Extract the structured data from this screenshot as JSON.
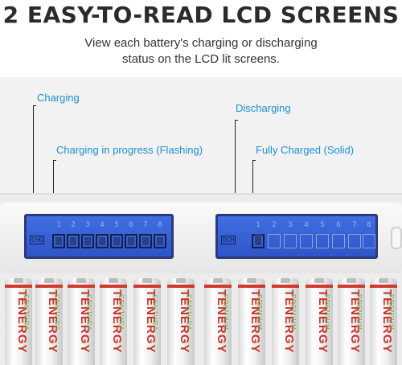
{
  "header": {
    "title": "2 EASY-TO-READ LCD SCREENS",
    "subtitle_line1": "View each battery's charging or discharging",
    "subtitle_line2": "status on the LCD lit screens."
  },
  "callouts": {
    "charging": "Charging",
    "charging_progress": "Charging in progress (Flashing)",
    "discharging": "Discharging",
    "fully_charged": "Fully Charged (Solid)"
  },
  "lcd_left": {
    "label": "CHG",
    "slots": [
      "1",
      "2",
      "3",
      "4",
      "5",
      "6",
      "7",
      "8"
    ]
  },
  "lcd_right": {
    "label": "DCH",
    "slots": [
      "1",
      "2",
      "3",
      "4",
      "5",
      "6",
      "7",
      "8"
    ]
  },
  "batteries": {
    "brand": "TENERGY",
    "sub_a": "CENTURA",
    "sub_b": "PREMIUM"
  },
  "colors": {
    "callout": "#1b8fd6",
    "lcd": "#3f6fe2",
    "brand": "#c8352b"
  }
}
